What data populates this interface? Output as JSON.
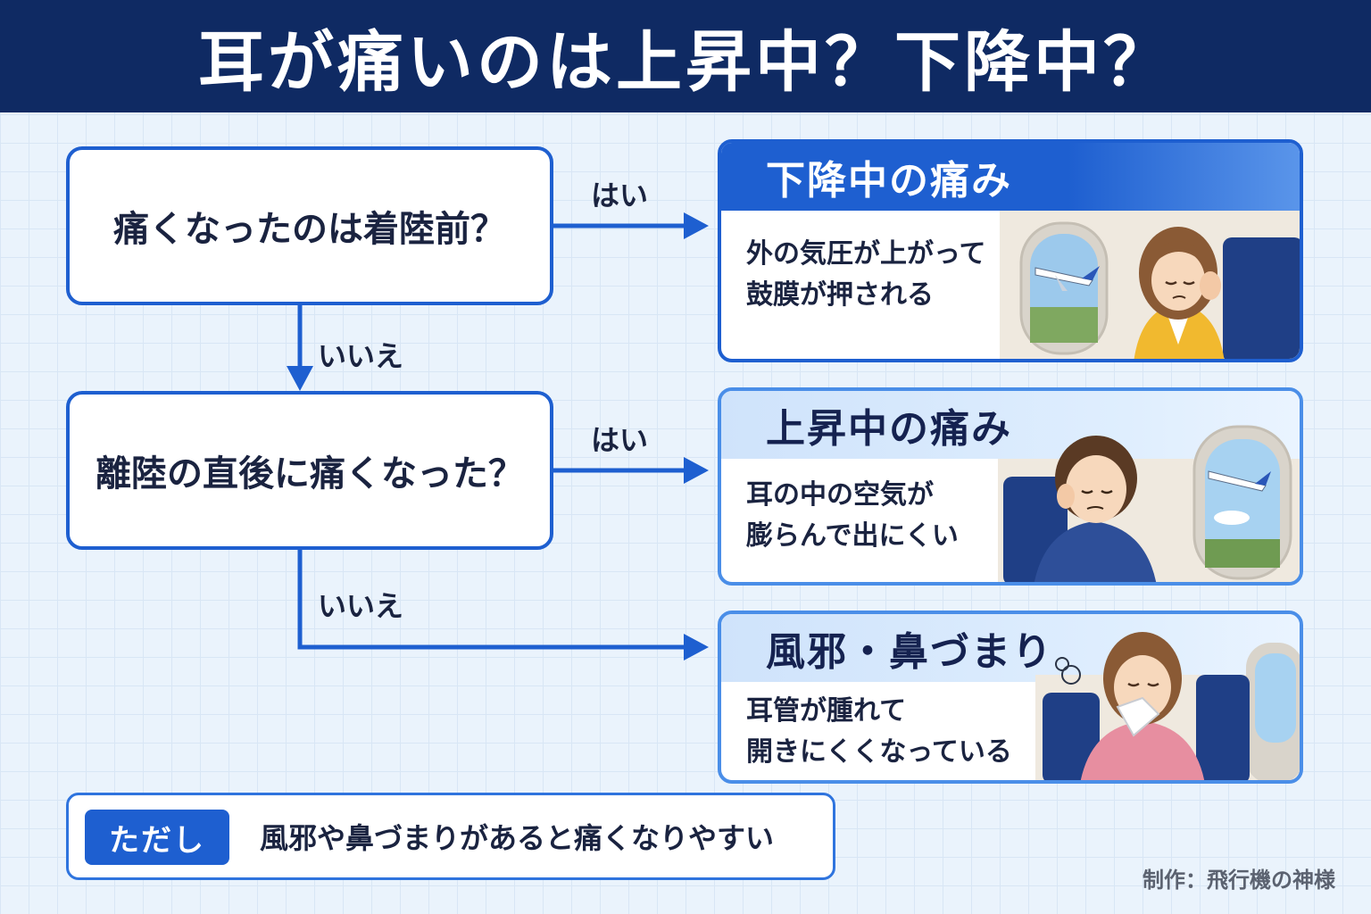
{
  "title": "耳が痛いのは上昇中？下降中？",
  "questions": {
    "q1": "痛くなったのは着陸前？",
    "q2": "離陸の直後に痛くなった？"
  },
  "labels": {
    "yes1": "はい",
    "no1": "いいえ",
    "yes2": "はい",
    "no2": "いいえ"
  },
  "cards": [
    {
      "title": "下降中の痛み",
      "line1": "外の気圧が上がって",
      "line2": "鼓膜が押される"
    },
    {
      "title": "上昇中の痛み",
      "line1": "耳の中の空気が",
      "line2": "膨らんで出にくい"
    },
    {
      "title": "風邪・鼻づまり",
      "line1": "耳管が腫れて",
      "line2": "開きにくくなっている"
    }
  ],
  "note": {
    "badge": "ただし",
    "text": "風邪や鼻づまりがあると痛くなりやすい"
  },
  "credit": "制作：飛行機の神様",
  "colors": {
    "header": "#0f2a63",
    "accent": "#1e5fd0",
    "background": "#eaf3fc"
  }
}
